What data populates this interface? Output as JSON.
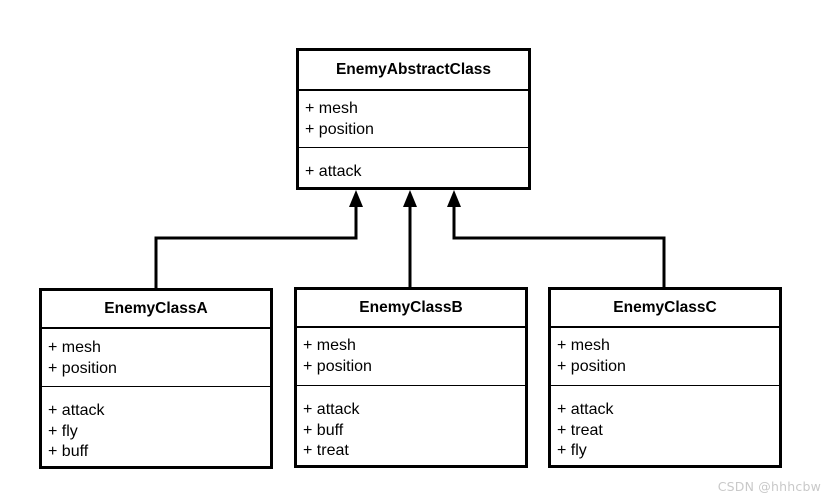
{
  "diagram": {
    "type": "uml-class-diagram",
    "classes": {
      "abstract": {
        "name": "EnemyAbstractClass",
        "attributes": [
          "+ mesh",
          "+ position"
        ],
        "methods": [
          "+ attack"
        ]
      },
      "a": {
        "name": "EnemyClassA",
        "attributes": [
          "+ mesh",
          "+ position"
        ],
        "methods": [
          "+ attack",
          "+ fly",
          "+ buff"
        ]
      },
      "b": {
        "name": "EnemyClassB",
        "attributes": [
          "+ mesh",
          "+ position"
        ],
        "methods": [
          "+ attack",
          "+ buff",
          "+ treat"
        ]
      },
      "c": {
        "name": "EnemyClassC",
        "attributes": [
          "+ mesh",
          "+ position"
        ],
        "methods": [
          "+ attack",
          "+ treat",
          "+ fly"
        ]
      }
    },
    "relations": [
      {
        "from": "EnemyClassA",
        "to": "EnemyAbstractClass",
        "type": "inheritance"
      },
      {
        "from": "EnemyClassB",
        "to": "EnemyAbstractClass",
        "type": "inheritance"
      },
      {
        "from": "EnemyClassC",
        "to": "EnemyAbstractClass",
        "type": "inheritance"
      }
    ]
  },
  "watermark": "CSDN @hhhcbw"
}
